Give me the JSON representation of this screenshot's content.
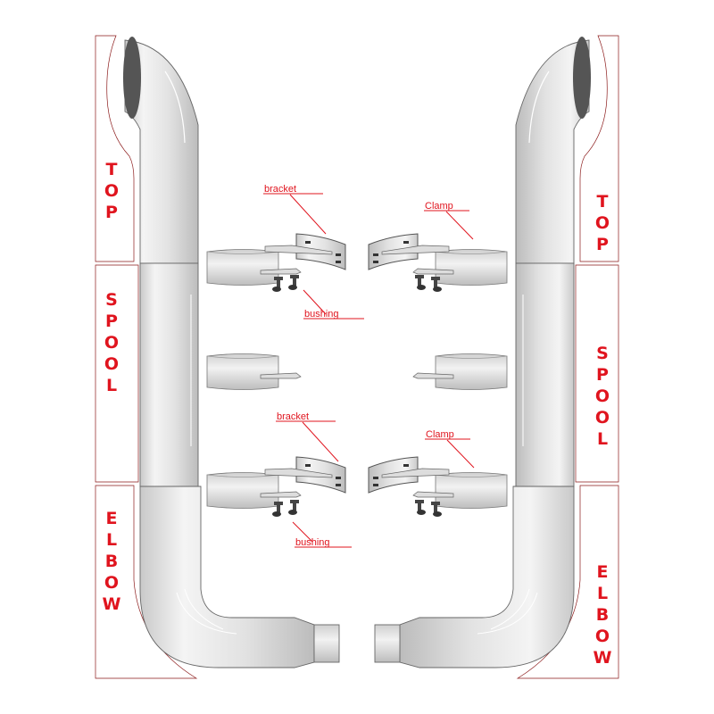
{
  "sections": {
    "left": [
      "TOP",
      "SPOOL",
      "ELBOW"
    ],
    "right": [
      "TOP",
      "SPOOL",
      "ELBOW"
    ]
  },
  "callouts": {
    "upper_left_bracket": "bracket",
    "upper_left_bushing": "bushing",
    "upper_right_clamp": "Clamp",
    "lower_left_bracket": "bracket",
    "lower_left_bushing": "bushing",
    "lower_right_clamp": "Clamp"
  },
  "colors": {
    "label": "#e0141e",
    "outline": "#8b1a1a",
    "chrome": "#d9d9d9"
  }
}
